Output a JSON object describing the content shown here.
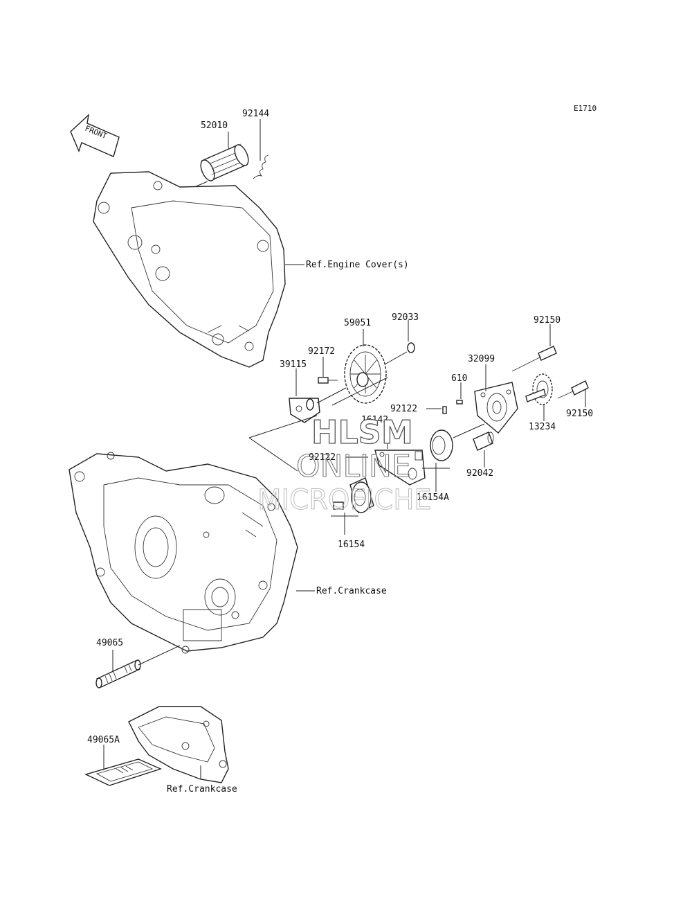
{
  "diagram_code": "E1710",
  "front_label": "FRONT",
  "parts": {
    "p52010": "52010",
    "p92144": "92144",
    "p59051": "59051",
    "p92033": "92033",
    "p92150a": "92150",
    "p92172": "92172",
    "p32099": "32099",
    "p39115": "39115",
    "p610": "610",
    "p92122a": "92122",
    "p16142": "16142",
    "p92150b": "92150",
    "p13234": "13234",
    "p92122b": "92122",
    "p92042": "92042",
    "p16154A": "16154A",
    "p16154": "16154",
    "p49065": "49065",
    "p49065A": "49065A"
  },
  "refs": {
    "engine_cover": "Ref.Engine Cover(s)",
    "crankcase1": "Ref.Crankcase",
    "crankcase2": "Ref.Crankcase"
  },
  "watermark": {
    "line1": "HLSM",
    "line2": "ONLINE",
    "line3": "MICROFICHE"
  }
}
